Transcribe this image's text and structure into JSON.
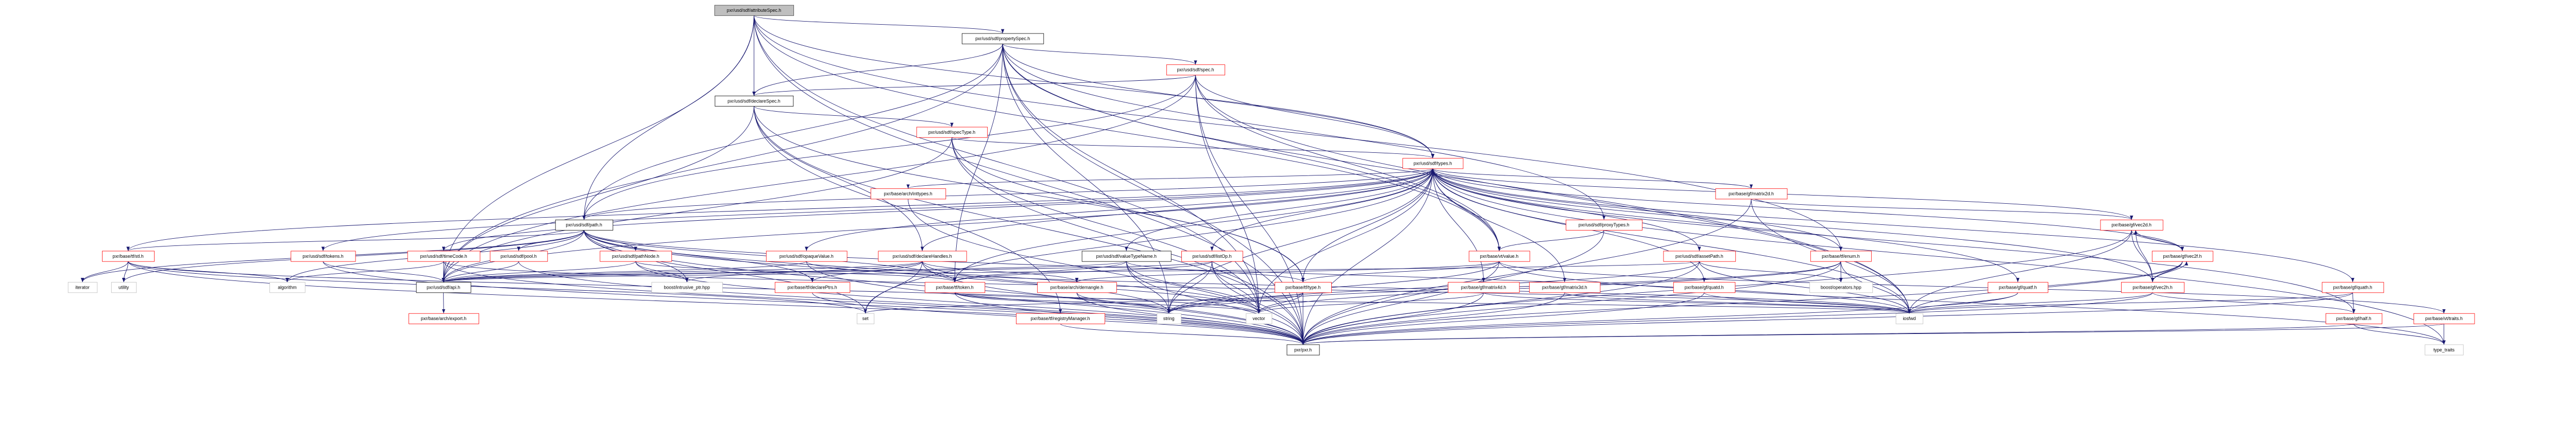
{
  "title": "pxr/usd/sdf/attributeSpec.h",
  "colors": {
    "edge": "#191970",
    "incomplete_border": "#ff0000",
    "root_fill": "#bfbfbf",
    "system_border": "#bfbfbf"
  },
  "nodes": [
    {
      "label": "pxr/usd/sdf/attributeSpec.h",
      "style": "root"
    },
    {
      "label": "pxr/usd/sdf/propertySpec.h",
      "style": "black"
    },
    {
      "label": "pxr/usd/sdf/spec.h",
      "style": "red"
    },
    {
      "label": "pxr/usd/sdf/declareSpec.h",
      "style": "black"
    },
    {
      "label": "pxr/usd/sdf/specType.h",
      "style": "red"
    },
    {
      "label": "pxr/usd/sdf/types.h",
      "style": "red"
    },
    {
      "label": "pxr/base/arch/inttypes.h",
      "style": "red"
    },
    {
      "label": "pxr/base/gf/matrix2d.h",
      "style": "red"
    },
    {
      "label": "pxr/usd/sdf/path.h",
      "style": "black"
    },
    {
      "label": "pxr/usd/sdf/proxyTypes.h",
      "style": "red"
    },
    {
      "label": "pxr/base/gf/vec2d.h",
      "style": "red"
    },
    {
      "label": "pxr/base/tf/stl.h",
      "style": "red"
    },
    {
      "label": "pxr/usd/sdf/tokens.h",
      "style": "red"
    },
    {
      "label": "pxr/usd/sdf/timeCode.h",
      "style": "red"
    },
    {
      "label": "pxr/usd/sdf/pool.h",
      "style": "red"
    },
    {
      "label": "pxr/usd/sdf/pathNode.h",
      "style": "red"
    },
    {
      "label": "pxr/usd/sdf/opaqueValue.h",
      "style": "red"
    },
    {
      "label": "pxr/usd/sdf/declareHandles.h",
      "style": "red"
    },
    {
      "label": "pxr/usd/sdf/valueTypeName.h",
      "style": "black"
    },
    {
      "label": "pxr/usd/sdf/listOp.h",
      "style": "red"
    },
    {
      "label": "pxr/base/vt/value.h",
      "style": "red"
    },
    {
      "label": "pxr/usd/sdf/assetPath.h",
      "style": "red"
    },
    {
      "label": "pxr/base/tf/enum.h",
      "style": "red"
    },
    {
      "label": "pxr/base/gf/vec2f.h",
      "style": "red"
    },
    {
      "label": "iterator",
      "style": "gray"
    },
    {
      "label": "utility",
      "style": "gray"
    },
    {
      "label": "algorithm",
      "style": "gray"
    },
    {
      "label": "pxr/usd/sdf/api.h",
      "style": "black"
    },
    {
      "label": "boost/intrusive_ptr.hpp",
      "style": "gray"
    },
    {
      "label": "pxr/base/tf/declarePtrs.h",
      "style": "red"
    },
    {
      "label": "pxr/base/tf/token.h",
      "style": "red"
    },
    {
      "label": "pxr/base/arch/demangle.h",
      "style": "red"
    },
    {
      "label": "pxr/base/tf/type.h",
      "style": "red"
    },
    {
      "label": "pxr/base/gf/matrix4d.h",
      "style": "red"
    },
    {
      "label": "pxr/base/gf/matrix3d.h",
      "style": "red"
    },
    {
      "label": "pxr/base/gf/quatd.h",
      "style": "red"
    },
    {
      "label": "boost/operators.hpp",
      "style": "gray"
    },
    {
      "label": "pxr/base/gf/quatf.h",
      "style": "red"
    },
    {
      "label": "pxr/base/gf/vec2h.h",
      "style": "red"
    },
    {
      "label": "pxr/base/gf/quath.h",
      "style": "red"
    },
    {
      "label": "pxr/base/arch/export.h",
      "style": "red"
    },
    {
      "label": "set",
      "style": "gray"
    },
    {
      "label": "pxr/base/tf/registryManager.h",
      "style": "red"
    },
    {
      "label": "string",
      "style": "gray"
    },
    {
      "label": "vector",
      "style": "gray"
    },
    {
      "label": "iosfwd",
      "style": "gray"
    },
    {
      "label": "pxr/base/gf/half.h",
      "style": "red"
    },
    {
      "label": "pxr/base/vt/traits.h",
      "style": "red"
    },
    {
      "label": "pxr/pxr.h",
      "style": "black"
    },
    {
      "label": "type_traits",
      "style": "gray"
    }
  ],
  "edges": [
    [
      "pxr/usd/sdf/attributeSpec.h",
      "pxr/usd/sdf/propertySpec.h"
    ],
    [
      "pxr/usd/sdf/attributeSpec.h",
      "pxr/usd/sdf/declareSpec.h"
    ],
    [
      "pxr/usd/sdf/attributeSpec.h",
      "pxr/usd/sdf/types.h"
    ],
    [
      "pxr/usd/sdf/attributeSpec.h",
      "pxr/usd/sdf/path.h"
    ],
    [
      "pxr/usd/sdf/attributeSpec.h",
      "pxr/usd/sdf/api.h"
    ],
    [
      "pxr/usd/sdf/attributeSpec.h",
      "pxr/base/tf/enum.h"
    ],
    [
      "pxr/usd/sdf/attributeSpec.h",
      "pxr/pxr.h"
    ],
    [
      "pxr/usd/sdf/attributeSpec.h",
      "vector"
    ],
    [
      "pxr/usd/sdf/attributeSpec.h",
      "pxr/base/vt/value.h"
    ],
    [
      "pxr/usd/sdf/propertySpec.h",
      "pxr/usd/sdf/spec.h"
    ],
    [
      "pxr/usd/sdf/propertySpec.h",
      "pxr/usd/sdf/declareSpec.h"
    ],
    [
      "pxr/usd/sdf/propertySpec.h",
      "pxr/usd/sdf/types.h"
    ],
    [
      "pxr/usd/sdf/propertySpec.h",
      "pxr/usd/sdf/proxyTypes.h"
    ],
    [
      "pxr/usd/sdf/propertySpec.h",
      "pxr/usd/sdf/path.h"
    ],
    [
      "pxr/usd/sdf/propertySpec.h",
      "pxr/usd/sdf/api.h"
    ],
    [
      "pxr/usd/sdf/propertySpec.h",
      "pxr/base/vt/value.h"
    ],
    [
      "pxr/usd/sdf/propertySpec.h",
      "pxr/base/tf/token.h"
    ],
    [
      "pxr/usd/sdf/propertySpec.h",
      "pxr/pxr.h"
    ],
    [
      "pxr/usd/sdf/propertySpec.h",
      "iosfwd"
    ],
    [
      "pxr/usd/sdf/propertySpec.h",
      "string"
    ],
    [
      "pxr/usd/sdf/propertySpec.h",
      "vector"
    ],
    [
      "pxr/usd/sdf/spec.h",
      "pxr/usd/sdf/declareSpec.h"
    ],
    [
      "pxr/usd/sdf/spec.h",
      "pxr/usd/sdf/types.h"
    ],
    [
      "pxr/usd/sdf/spec.h",
      "pxr/usd/sdf/path.h"
    ],
    [
      "pxr/usd/sdf/spec.h",
      "pxr/usd/sdf/api.h"
    ],
    [
      "pxr/usd/sdf/spec.h",
      "pxr/base/vt/value.h"
    ],
    [
      "pxr/usd/sdf/spec.h",
      "pxr/pxr.h"
    ],
    [
      "pxr/usd/sdf/spec.h",
      "iosfwd"
    ],
    [
      "pxr/usd/sdf/spec.h",
      "vector"
    ],
    [
      "pxr/usd/sdf/declareSpec.h",
      "pxr/usd/sdf/specType.h"
    ],
    [
      "pxr/usd/sdf/declareSpec.h",
      "pxr/usd/sdf/api.h"
    ],
    [
      "pxr/usd/sdf/declareSpec.h",
      "pxr/usd/sdf/declareHandles.h"
    ],
    [
      "pxr/usd/sdf/declareSpec.h",
      "pxr/base/tf/registryManager.h"
    ],
    [
      "pxr/usd/sdf/declareSpec.h",
      "pxr/base/tf/type.h"
    ],
    [
      "pxr/usd/sdf/declareSpec.h",
      "pxr/pxr.h"
    ],
    [
      "pxr/usd/sdf/specType.h",
      "pxr/usd/sdf/types.h"
    ],
    [
      "pxr/usd/sdf/specType.h",
      "pxr/usd/sdf/api.h"
    ],
    [
      "pxr/usd/sdf/specType.h",
      "pxr/base/tf/type.h"
    ],
    [
      "pxr/usd/sdf/specType.h",
      "vector"
    ],
    [
      "pxr/usd/sdf/specType.h",
      "pxr/pxr.h"
    ],
    [
      "pxr/usd/sdf/types.h",
      "pxr/base/arch/inttypes.h"
    ],
    [
      "pxr/usd/sdf/types.h",
      "pxr/base/gf/matrix2d.h"
    ],
    [
      "pxr/usd/sdf/types.h",
      "pxr/usd/sdf/path.h"
    ],
    [
      "pxr/usd/sdf/types.h",
      "pxr/base/gf/vec2d.h"
    ],
    [
      "pxr/usd/sdf/types.h",
      "pxr/base/tf/stl.h"
    ],
    [
      "pxr/usd/sdf/types.h",
      "pxr/usd/sdf/tokens.h"
    ],
    [
      "pxr/usd/sdf/types.h",
      "pxr/usd/sdf/timeCode.h"
    ],
    [
      "pxr/usd/sdf/types.h",
      "pxr/usd/sdf/opaqueValue.h"
    ],
    [
      "pxr/usd/sdf/types.h",
      "pxr/usd/sdf/declareHandles.h"
    ],
    [
      "pxr/usd/sdf/types.h",
      "pxr/usd/sdf/valueTypeName.h"
    ],
    [
      "pxr/usd/sdf/types.h",
      "pxr/usd/sdf/listOp.h"
    ],
    [
      "pxr/usd/sdf/types.h",
      "pxr/base/vt/value.h"
    ],
    [
      "pxr/usd/sdf/types.h",
      "pxr/usd/sdf/assetPath.h"
    ],
    [
      "pxr/usd/sdf/types.h",
      "pxr/base/tf/enum.h"
    ],
    [
      "pxr/usd/sdf/types.h",
      "pxr/base/gf/vec2f.h"
    ],
    [
      "pxr/usd/sdf/types.h",
      "pxr/usd/sdf/api.h"
    ],
    [
      "pxr/usd/sdf/types.h",
      "pxr/base/tf/token.h"
    ],
    [
      "pxr/usd/sdf/types.h",
      "pxr/base/tf/type.h"
    ],
    [
      "pxr/usd/sdf/types.h",
      "pxr/base/gf/matrix4d.h"
    ],
    [
      "pxr/usd/sdf/types.h",
      "pxr/base/gf/matrix3d.h"
    ],
    [
      "pxr/usd/sdf/types.h",
      "pxr/base/gf/quatd.h"
    ],
    [
      "pxr/usd/sdf/types.h",
      "pxr/base/gf/quatf.h"
    ],
    [
      "pxr/usd/sdf/types.h",
      "pxr/base/gf/vec2h.h"
    ],
    [
      "pxr/usd/sdf/types.h",
      "pxr/base/gf/quath.h"
    ],
    [
      "pxr/usd/sdf/types.h",
      "pxr/base/gf/half.h"
    ],
    [
      "pxr/usd/sdf/types.h",
      "set"
    ],
    [
      "pxr/usd/sdf/types.h",
      "string"
    ],
    [
      "pxr/usd/sdf/types.h",
      "vector"
    ],
    [
      "pxr/usd/sdf/types.h",
      "iosfwd"
    ],
    [
      "pxr/usd/sdf/types.h",
      "pxr/pxr.h"
    ],
    [
      "pxr/usd/sdf/types.h",
      "type_traits"
    ],
    [
      "pxr/usd/sdf/path.h",
      "pxr/base/tf/stl.h"
    ],
    [
      "pxr/usd/sdf/path.h",
      "pxr/usd/sdf/pool.h"
    ],
    [
      "pxr/usd/sdf/path.h",
      "pxr/usd/sdf/pathNode.h"
    ],
    [
      "pxr/usd/sdf/path.h",
      "pxr/usd/sdf/api.h"
    ],
    [
      "pxr/usd/sdf/path.h",
      "pxr/base/tf/token.h"
    ],
    [
      "pxr/usd/sdf/path.h",
      "pxr/base/tf/declarePtrs.h"
    ],
    [
      "pxr/usd/sdf/path.h",
      "boost/intrusive_ptr.hpp"
    ],
    [
      "pxr/usd/sdf/path.h",
      "iterator"
    ],
    [
      "pxr/usd/sdf/path.h",
      "utility"
    ],
    [
      "pxr/usd/sdf/path.h",
      "algorithm"
    ],
    [
      "pxr/usd/sdf/path.h",
      "set"
    ],
    [
      "pxr/usd/sdf/path.h",
      "string"
    ],
    [
      "pxr/usd/sdf/path.h",
      "vector"
    ],
    [
      "pxr/usd/sdf/path.h",
      "iosfwd"
    ],
    [
      "pxr/usd/sdf/path.h",
      "pxr/pxr.h"
    ],
    [
      "pxr/base/tf/stl.h",
      "iterator"
    ],
    [
      "pxr/base/tf/stl.h",
      "utility"
    ],
    [
      "pxr/base/tf/stl.h",
      "algorithm"
    ],
    [
      "pxr/base/tf/stl.h",
      "set"
    ],
    [
      "pxr/base/tf/stl.h",
      "vector"
    ],
    [
      "pxr/base/tf/stl.h",
      "pxr/pxr.h"
    ],
    [
      "pxr/usd/sdf/tokens.h",
      "pxr/usd/sdf/api.h"
    ],
    [
      "pxr/usd/sdf/tokens.h",
      "pxr/pxr.h"
    ],
    [
      "pxr/usd/sdf/timeCode.h",
      "pxr/usd/sdf/api.h"
    ],
    [
      "pxr/usd/sdf/timeCode.h",
      "algorithm"
    ],
    [
      "pxr/usd/sdf/timeCode.h",
      "iosfwd"
    ],
    [
      "pxr/usd/sdf/timeCode.h",
      "pxr/pxr.h"
    ],
    [
      "pxr/usd/sdf/pool.h",
      "pxr/usd/sdf/api.h"
    ],
    [
      "pxr/usd/sdf/pool.h",
      "pxr/pxr.h"
    ],
    [
      "pxr/usd/sdf/pathNode.h",
      "boost/intrusive_ptr.hpp"
    ],
    [
      "pxr/usd/sdf/pathNode.h",
      "pxr/base/tf/token.h"
    ],
    [
      "pxr/usd/sdf/pathNode.h",
      "pxr/usd/sdf/api.h"
    ],
    [
      "pxr/usd/sdf/pathNode.h",
      "pxr/pxr.h"
    ],
    [
      "pxr/usd/sdf/opaqueValue.h",
      "pxr/usd/sdf/api.h"
    ],
    [
      "pxr/usd/sdf/opaqueValue.h",
      "iosfwd"
    ],
    [
      "pxr/usd/sdf/opaqueValue.h",
      "pxr/pxr.h"
    ],
    [
      "pxr/usd/sdf/declareHandles.h",
      "pxr/usd/sdf/api.h"
    ],
    [
      "pxr/usd/sdf/declareHandles.h",
      "pxr/base/tf/declarePtrs.h"
    ],
    [
      "pxr/usd/sdf/declareHandles.h",
      "pxr/base/arch/demangle.h"
    ],
    [
      "pxr/usd/sdf/declareHandles.h",
      "boost/intrusive_ptr.hpp"
    ],
    [
      "pxr/usd/sdf/declareHandles.h",
      "set"
    ],
    [
      "pxr/usd/sdf/declareHandles.h",
      "vector"
    ],
    [
      "pxr/usd/sdf/declareHandles.h",
      "pxr/pxr.h"
    ],
    [
      "pxr/usd/sdf/valueTypeName.h",
      "pxr/usd/sdf/api.h"
    ],
    [
      "pxr/usd/sdf/valueTypeName.h",
      "pxr/base/tf/token.h"
    ],
    [
      "pxr/usd/sdf/valueTypeName.h",
      "pxr/base/tf/type.h"
    ],
    [
      "pxr/usd/sdf/valueTypeName.h",
      "string"
    ],
    [
      "pxr/usd/sdf/valueTypeName.h",
      "vector"
    ],
    [
      "pxr/usd/sdf/valueTypeName.h",
      "pxr/pxr.h"
    ],
    [
      "pxr/usd/sdf/listOp.h",
      "pxr/usd/sdf/api.h"
    ],
    [
      "pxr/usd/sdf/listOp.h",
      "pxr/base/tf/token.h"
    ],
    [
      "pxr/usd/sdf/listOp.h",
      "string"
    ],
    [
      "pxr/usd/sdf/listOp.h",
      "vector"
    ],
    [
      "pxr/usd/sdf/listOp.h",
      "pxr/pxr.h"
    ],
    [
      "pxr/base/vt/value.h",
      "pxr/base/arch/demangle.h"
    ],
    [
      "pxr/base/vt/value.h",
      "pxr/base/tf/type.h"
    ],
    [
      "pxr/base/vt/value.h",
      "pxr/base/vt/traits.h"
    ],
    [
      "pxr/base/vt/value.h",
      "string"
    ],
    [
      "pxr/base/vt/value.h",
      "type_traits"
    ],
    [
      "pxr/base/vt/value.h",
      "pxr/pxr.h"
    ],
    [
      "pxr/usd/sdf/assetPath.h",
      "pxr/usd/sdf/api.h"
    ],
    [
      "pxr/usd/sdf/assetPath.h",
      "boost/operators.hpp"
    ],
    [
      "pxr/usd/sdf/assetPath.h",
      "string"
    ],
    [
      "pxr/usd/sdf/assetPath.h",
      "iosfwd"
    ],
    [
      "pxr/usd/sdf/assetPath.h",
      "pxr/pxr.h"
    ],
    [
      "pxr/base/tf/enum.h",
      "boost/operators.hpp"
    ],
    [
      "pxr/base/tf/enum.h",
      "string"
    ],
    [
      "pxr/base/tf/enum.h",
      "vector"
    ],
    [
      "pxr/base/tf/enum.h",
      "iosfwd"
    ],
    [
      "pxr/base/tf/enum.h",
      "pxr/pxr.h"
    ],
    [
      "pxr/base/gf/vec2f.h",
      "pxr/base/gf/vec2d.h"
    ],
    [
      "pxr/base/gf/vec2f.h",
      "pxr/base/gf/vec2h.h"
    ],
    [
      "pxr/base/gf/vec2f.h",
      "iosfwd"
    ],
    [
      "pxr/base/gf/vec2f.h",
      "pxr/pxr.h"
    ],
    [
      "pxr/base/gf/vec2d.h",
      "pxr/base/gf/vec2f.h"
    ],
    [
      "pxr/base/gf/vec2d.h",
      "pxr/base/gf/vec2h.h"
    ],
    [
      "pxr/base/gf/vec2d.h",
      "iosfwd"
    ],
    [
      "pxr/base/gf/vec2d.h",
      "pxr/pxr.h"
    ],
    [
      "pxr/base/gf/vec2h.h",
      "pxr/base/gf/vec2d.h"
    ],
    [
      "pxr/base/gf/vec2h.h",
      "pxr/base/gf/vec2f.h"
    ],
    [
      "pxr/base/gf/vec2h.h",
      "pxr/base/gf/half.h"
    ],
    [
      "pxr/base/gf/vec2h.h",
      "iosfwd"
    ],
    [
      "pxr/base/gf/vec2h.h",
      "pxr/pxr.h"
    ],
    [
      "pxr/base/gf/matrix2d.h",
      "pxr/base/gf/vec2d.h"
    ],
    [
      "pxr/base/gf/matrix2d.h",
      "iosfwd"
    ],
    [
      "pxr/base/gf/matrix2d.h",
      "pxr/pxr.h"
    ],
    [
      "pxr/usd/sdf/proxyTypes.h",
      "pxr/base/vt/value.h"
    ],
    [
      "pxr/usd/sdf/proxyTypes.h",
      "pxr/pxr.h"
    ],
    [
      "pxr/base/arch/inttypes.h",
      "pxr/pxr.h"
    ],
    [
      "pxr/usd/sdf/api.h",
      "pxr/base/arch/export.h"
    ],
    [
      "pxr/base/tf/token.h",
      "string"
    ],
    [
      "pxr/base/tf/token.h",
      "vector"
    ],
    [
      "pxr/base/tf/token.h",
      "iosfwd"
    ],
    [
      "pxr/base/tf/token.h",
      "pxr/pxr.h"
    ],
    [
      "pxr/base/arch/demangle.h",
      "string"
    ],
    [
      "pxr/base/arch/demangle.h",
      "pxr/pxr.h"
    ],
    [
      "pxr/base/tf/type.h",
      "set"
    ],
    [
      "pxr/base/tf/type.h",
      "string"
    ],
    [
      "pxr/base/tf/type.h",
      "vector"
    ],
    [
      "pxr/base/tf/type.h",
      "pxr/pxr.h"
    ],
    [
      "pxr/base/tf/declarePtrs.h",
      "pxr/pxr.h"
    ],
    [
      "pxr/base/gf/matrix4d.h",
      "iosfwd"
    ],
    [
      "pxr/base/gf/matrix4d.h",
      "vector"
    ],
    [
      "pxr/base/gf/matrix4d.h",
      "pxr/pxr.h"
    ],
    [
      "pxr/base/gf/matrix3d.h",
      "iosfwd"
    ],
    [
      "pxr/base/gf/matrix3d.h",
      "pxr/pxr.h"
    ],
    [
      "pxr/base/gf/quatd.h",
      "iosfwd"
    ],
    [
      "pxr/base/gf/quatd.h",
      "pxr/pxr.h"
    ],
    [
      "pxr/base/gf/quatf.h",
      "iosfwd"
    ],
    [
      "pxr/base/gf/quatf.h",
      "pxr/pxr.h"
    ],
    [
      "pxr/base/gf/quath.h",
      "pxr/base/gf/half.h"
    ],
    [
      "pxr/base/gf/quath.h",
      "iosfwd"
    ],
    [
      "pxr/base/gf/quath.h",
      "pxr/pxr.h"
    ],
    [
      "pxr/base/gf/half.h",
      "type_traits"
    ],
    [
      "pxr/base/gf/half.h",
      "pxr/pxr.h"
    ],
    [
      "pxr/base/vt/traits.h",
      "type_traits"
    ],
    [
      "pxr/base/vt/traits.h",
      "pxr/pxr.h"
    ],
    [
      "pxr/base/tf/registryManager.h",
      "pxr/pxr.h"
    ]
  ]
}
